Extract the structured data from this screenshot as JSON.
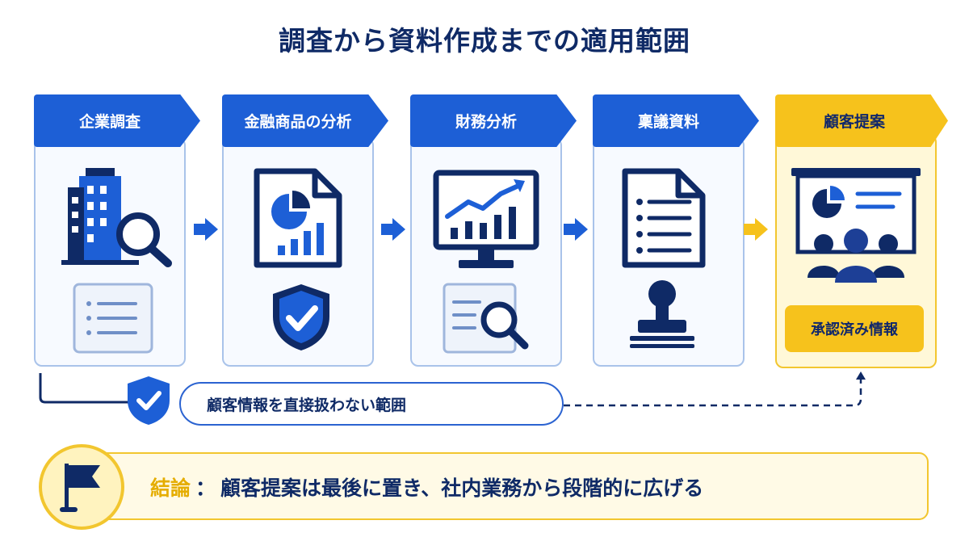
{
  "title": "調査から資料作成までの適用範囲",
  "steps": [
    {
      "label": "企業調査",
      "icons": [
        "building-search-icon",
        "document-list-icon"
      ]
    },
    {
      "label": "金融商品の分析",
      "icons": [
        "document-chart-icon",
        "shield-check-icon"
      ]
    },
    {
      "label": "財務分析",
      "icons": [
        "monitor-chart-icon",
        "document-search-icon"
      ]
    },
    {
      "label": "稟議資料",
      "icons": [
        "document-list-icon",
        "stamp-icon"
      ]
    },
    {
      "label": "顧客提案",
      "icons": [
        "presentation-audience-icon"
      ],
      "badge": "承認済み情報"
    }
  ],
  "scope_note": "顧客情報を直接扱わない範囲",
  "conclusion": {
    "label": "結論",
    "separator": "：",
    "text": "顧客提案は最後に置き、社内業務から段階的に広げる"
  },
  "colors": {
    "navy": "#0f2a66",
    "blue": "#1d5fd6",
    "light_blue_border": "#a9c3ea",
    "yellow": "#f6c21c",
    "light_yellow": "#fff8d8"
  }
}
